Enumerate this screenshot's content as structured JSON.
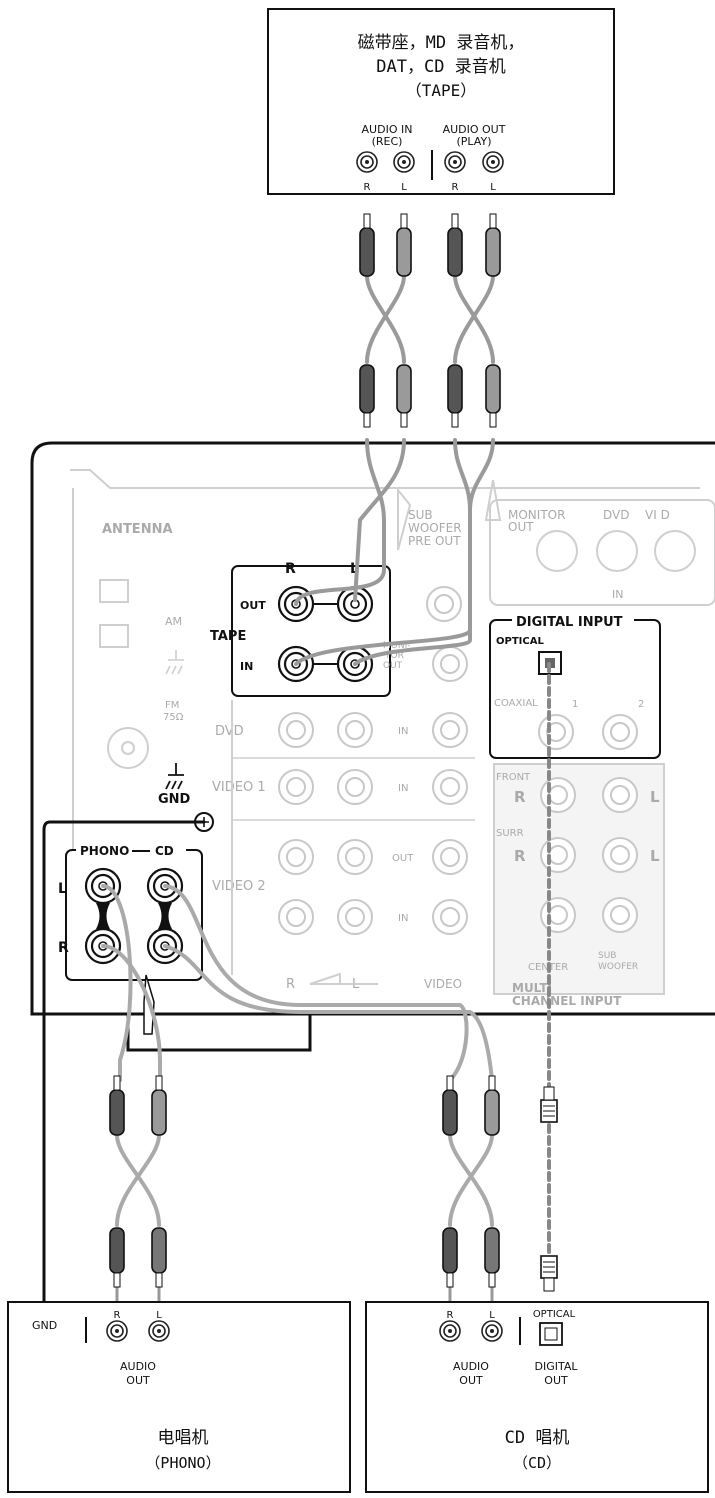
{
  "tape_device": {
    "title_line1": "磁带座，MD 录音机，",
    "title_line2": "DAT，CD 录音机",
    "title_line3": "（TAPE）",
    "audio_in_label": "AUDIO IN",
    "rec_label": "(REC)",
    "audio_out_label": "AUDIO OUT",
    "play_label": "(PLAY)",
    "r_label": "R",
    "l_label": "L"
  },
  "receiver": {
    "antenna_label": "ANTENNA",
    "am_label": "AM",
    "fm_label": "FM",
    "fm_ohm": "75Ω",
    "gnd_label": "GND",
    "subwoofer_pre_out": [
      "SUB",
      "WOOFER",
      "PRE OUT"
    ],
    "monitor_out": [
      "MONITOR",
      "OUT"
    ],
    "dvd_label": "DVD",
    "vi_label": "VI D",
    "in_label": "IN",
    "tape_label": "TAPE",
    "tape_r": "R",
    "tape_l": "L",
    "out_label": "OUT",
    "monitor_small": [
      "MONI-",
      "TOR",
      "OUT"
    ],
    "digital_input_label": "DIGITAL INPUT",
    "optical_label": "OPTICAL",
    "coaxial_label": "COAXIAL",
    "coax_1": "1",
    "coax_2": "2",
    "dvd_row": "DVD",
    "video1_row": "VIDEO 1",
    "video2_row": "VIDEO 2",
    "row_in": "IN",
    "row_out": "OUT",
    "front_label": "FRONT",
    "surr_label": "SURR",
    "r_letter": "R",
    "l_letter": "L",
    "center_label": "CENTER",
    "sub_woofer_small": [
      "SUB",
      "WOOFER"
    ],
    "multi_channel": [
      "MULTI",
      "CHANNEL INPUT"
    ],
    "phono_label": "PHONO",
    "cd_label": "CD",
    "bottom_r": "R",
    "bottom_l": "L",
    "video_label": "VIDEO"
  },
  "phono_device": {
    "gnd_label": "GND",
    "r_label": "R",
    "l_label": "L",
    "audio_label": "AUDIO",
    "out_label": "OUT",
    "name_cn": "电唱机",
    "name_en": "（PHONO）"
  },
  "cd_device": {
    "r_label": "R",
    "l_label": "L",
    "optical_label": "OPTICAL",
    "audio_label": "AUDIO",
    "out_label": "OUT",
    "digital_label": "DIGITAL",
    "digital_out_label": "OUT",
    "name_cn": "CD 唱机",
    "name_en": "（CD）"
  }
}
